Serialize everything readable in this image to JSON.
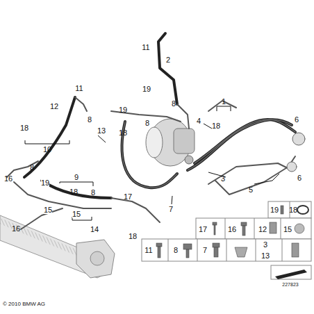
{
  "diagram": {
    "labels": [
      "11",
      "2",
      "19",
      "8",
      "11",
      "12",
      "18",
      "8",
      "10",
      "1",
      "4",
      "18",
      "6",
      "19",
      "13",
      "18",
      "8",
      "3",
      "6",
      "5",
      "8",
      "16",
      "19",
      "9",
      "18",
      "8",
      "15",
      "17",
      "7",
      "16",
      "15",
      "14",
      "18",
      "19",
      "18",
      "17",
      "16",
      "12",
      "15",
      "11",
      "8",
      "7",
      "3",
      "13",
      "© 2010 BMW AG",
      "227823"
    ]
  }
}
